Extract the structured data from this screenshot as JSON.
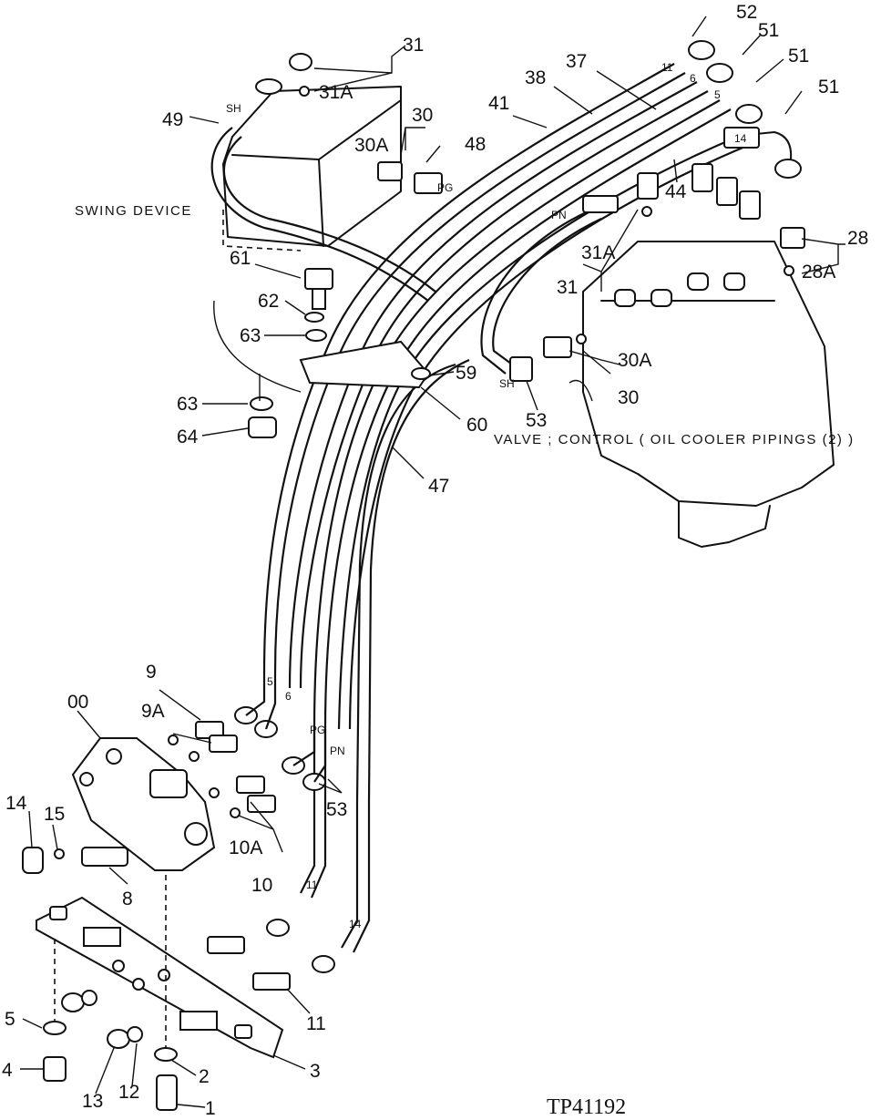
{
  "callouts": {
    "c52": "52",
    "c51a": "51",
    "c51b": "51",
    "c51c": "51",
    "c31top": "31",
    "c31Atop": "31A",
    "c30top": "30",
    "c30Atop": "30A",
    "c48": "48",
    "c49": "49",
    "c41": "41",
    "c38": "38",
    "c37": "37",
    "c44": "44",
    "c28": "28",
    "c28A": "28A",
    "c31Amid": "31A",
    "c31mid": "31",
    "c61": "61",
    "c62": "62",
    "c63a": "63",
    "c63b": "63",
    "c64": "64",
    "c59": "59",
    "c60": "60",
    "c47": "47",
    "c53a": "53",
    "c30Abot": "30A",
    "c30bot": "30",
    "c00": "00",
    "c9": "9",
    "c9A": "9A",
    "c14": "14",
    "c15": "15",
    "c8": "8",
    "c10A": "10A",
    "c10": "10",
    "c53b": "53",
    "c11": "11",
    "c5": "5",
    "c4": "4",
    "c13": "13",
    "c12": "12",
    "c2": "2",
    "c3": "3",
    "c1": "1"
  },
  "hose_tags": {
    "sh_top": "SH",
    "pg_top": "PG",
    "pn_mid": "PN",
    "sh_mid": "SH",
    "t11": "11",
    "t6": "6",
    "t5": "5",
    "t14": "14",
    "b5": "5",
    "b6": "6",
    "bpg": "PG",
    "bpn": "PN",
    "b11": "11",
    "b14": "14"
  },
  "captions": {
    "swing_device": "SWING DEVICE",
    "valve_control": "VALVE ; CONTROL ( OIL COOLER PIPINGS (2) )"
  },
  "drawing_code": "TP41192"
}
